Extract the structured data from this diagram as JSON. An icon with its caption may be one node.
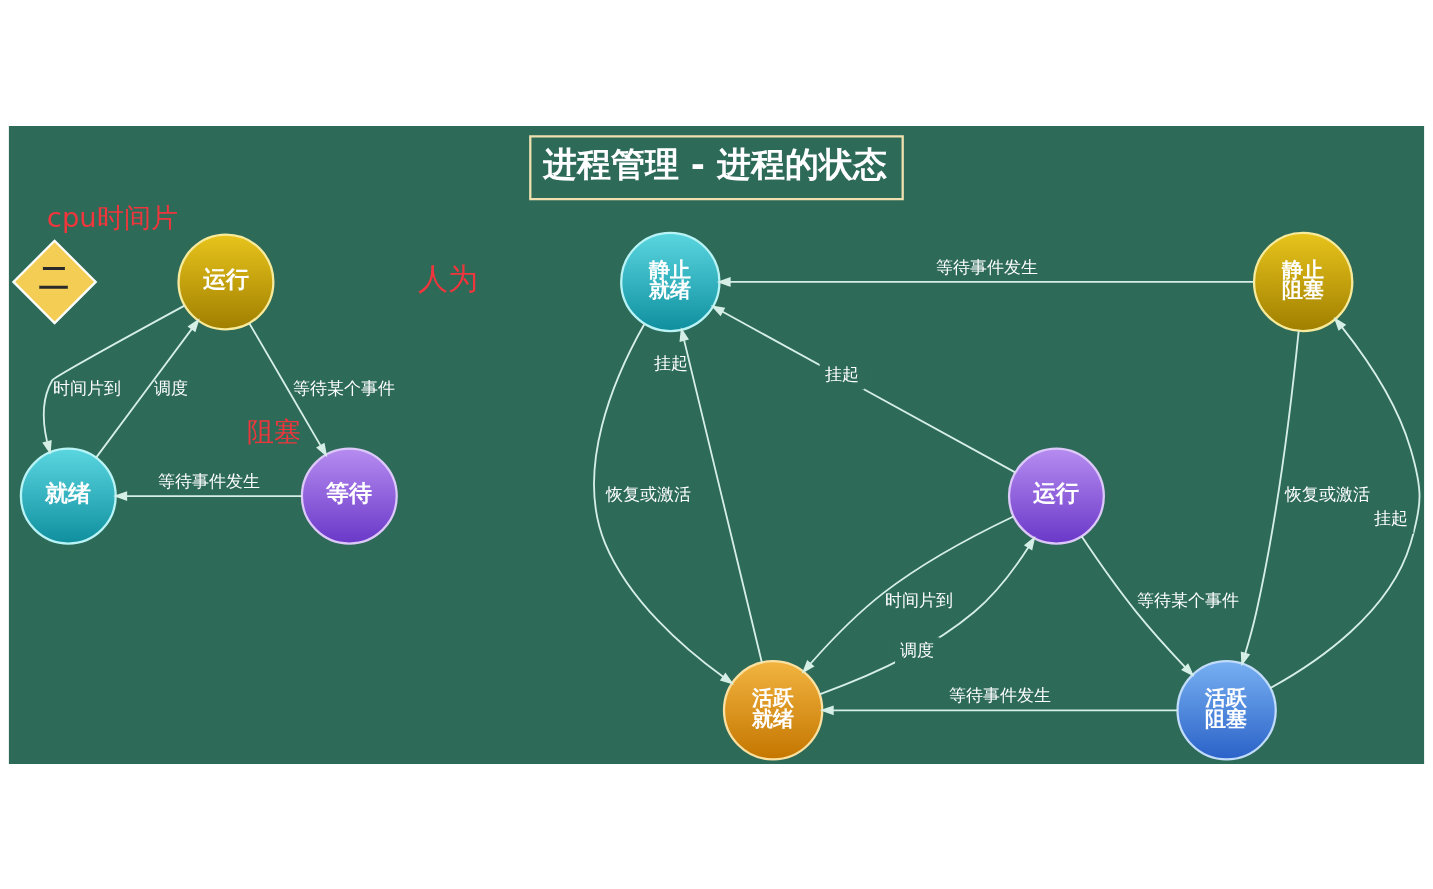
{
  "diagram": {
    "title": "进程管理 - 进程的状态",
    "nodes": [
      {
        "text": [
          "二"
        ]
      },
      {
        "text": [
          "运行"
        ],
        "beside": [
          "cpu时间片"
        ]
      },
      {
        "text": [
          "就绪"
        ]
      },
      {
        "text": [
          "等待"
        ],
        "beside": [
          "阻塞"
        ]
      },
      {
        "text": [
          "静止就绪"
        ]
      },
      {
        "text": [
          "静止阻塞"
        ]
      },
      {
        "text": [
          "运行"
        ]
      },
      {
        "text": [
          "活跃就绪"
        ]
      },
      {
        "text": [
          "活跃阻塞"
        ]
      }
    ],
    "edges": [
      {
        "from": 2,
        "to": 1,
        "arrow": "to",
        "label": "调度"
      },
      {
        "from": 1,
        "to": 2,
        "arrow": "to",
        "label": "时间片到"
      },
      {
        "from": 1,
        "to": 3,
        "arrow": "to",
        "label": "等待某个事件"
      },
      {
        "from": 3,
        "to": 2,
        "arrow": "to",
        "label": "等待事件发生"
      },
      {
        "from": 5,
        "to": 4,
        "arrow": "to",
        "label": "等待事件发生"
      },
      {
        "from": 7,
        "to": 4,
        "arrow": "to",
        "label": "挂起"
      },
      {
        "from": 4,
        "to": 7,
        "arrow": "to",
        "label": "恢复或激活"
      },
      {
        "from": 6,
        "to": 4,
        "arrow": "to",
        "label": "挂起"
      },
      {
        "from": 7,
        "to": 6,
        "arrow": "to",
        "label": "调度"
      },
      {
        "from": 6,
        "to": 7,
        "arrow": "to",
        "label": "时间片到"
      },
      {
        "from": 6,
        "to": 8,
        "arrow": "to",
        "label": "等待某个事件"
      },
      {
        "from": 8,
        "to": 7,
        "arrow": "to",
        "label": "等待事件发生"
      },
      {
        "from": 8,
        "to": 5,
        "arrow": "to",
        "label": "挂起"
      },
      {
        "from": 5,
        "to": 8,
        "arrow": "to",
        "label": "恢复或激活"
      }
    ],
    "labels": [
      "人为"
    ]
  }
}
